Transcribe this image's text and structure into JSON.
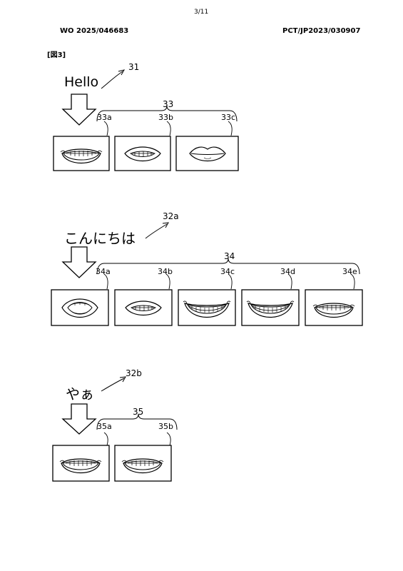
{
  "header": {
    "page_number": "3/11",
    "publication": "WO 2025/046683",
    "application": "PCT/JP2023/030907"
  },
  "figure_label": "[図3]",
  "groups": [
    {
      "word": "Hello",
      "word_ref": "31",
      "group_ref": "33",
      "frames": [
        {
          "ref": "33a",
          "mouth": "teeth-wide"
        },
        {
          "ref": "33b",
          "mouth": "teeth-small"
        },
        {
          "ref": "33c",
          "mouth": "lips-closed"
        }
      ]
    },
    {
      "word": "こんにちは",
      "word_ref": "32a",
      "group_ref": "34",
      "frames": [
        {
          "ref": "34a",
          "mouth": "open-round"
        },
        {
          "ref": "34b",
          "mouth": "teeth-small"
        },
        {
          "ref": "34c",
          "mouth": "smile-wide"
        },
        {
          "ref": "34d",
          "mouth": "smile-wide"
        },
        {
          "ref": "34e",
          "mouth": "teeth-wide"
        }
      ]
    },
    {
      "word": "やぁ",
      "word_ref": "32b",
      "group_ref": "35",
      "frames": [
        {
          "ref": "35a",
          "mouth": "teeth-wide"
        },
        {
          "ref": "35b",
          "mouth": "teeth-wide"
        }
      ]
    }
  ]
}
